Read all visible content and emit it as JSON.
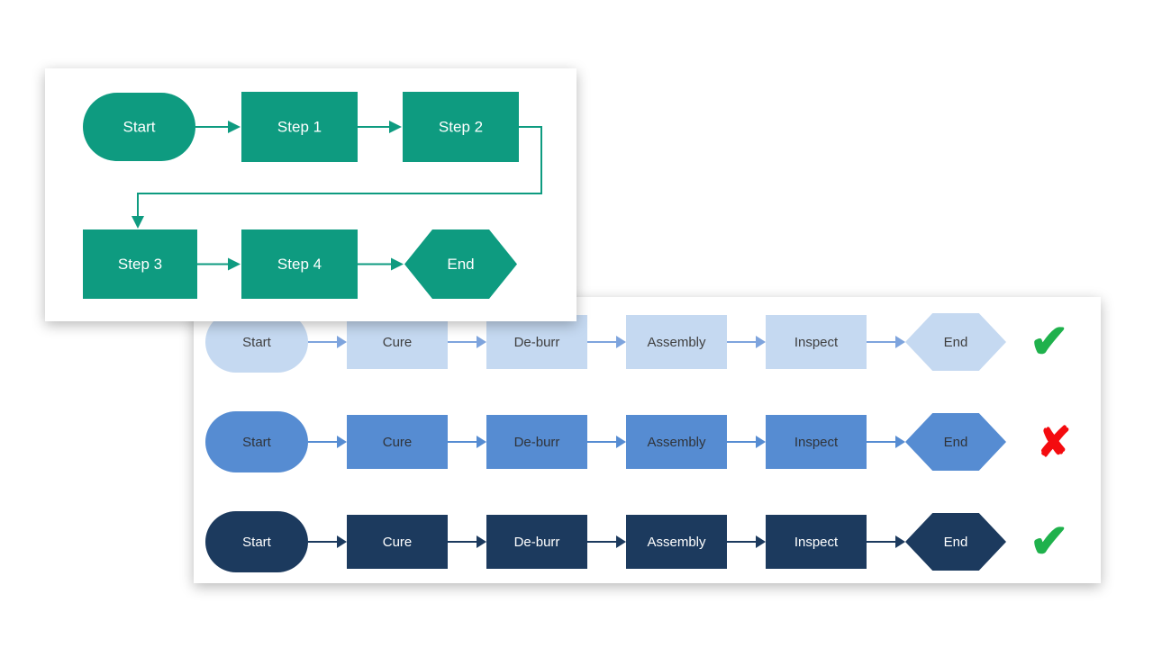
{
  "green_flowchart": {
    "color": "#0E9B80",
    "text_color": "#FFFFFF",
    "steps": [
      {
        "label": "Start",
        "shape": "stadium"
      },
      {
        "label": "Step 1",
        "shape": "rect"
      },
      {
        "label": "Step 2",
        "shape": "rect"
      },
      {
        "label": "Step 3",
        "shape": "rect"
      },
      {
        "label": "Step 4",
        "shape": "rect"
      },
      {
        "label": "End",
        "shape": "hexagon"
      }
    ]
  },
  "process_panel": {
    "steps": [
      {
        "label": "Start",
        "shape": "stadium"
      },
      {
        "label": "Cure",
        "shape": "rect"
      },
      {
        "label": "De-burr",
        "shape": "rect"
      },
      {
        "label": "Assembly",
        "shape": "rect"
      },
      {
        "label": "Inspect",
        "shape": "rect"
      },
      {
        "label": "End",
        "shape": "hexagon"
      }
    ],
    "rows": [
      {
        "shade": "light",
        "fill": "#C5D9F1",
        "text_color": "#3F3F3F",
        "arrow_color": "#7EA4DD",
        "status": "pass",
        "status_glyph": "✔",
        "status_color": "#1FB14C"
      },
      {
        "shade": "medium",
        "fill": "#568CD2",
        "text_color": "#30343A",
        "arrow_color": "#568CD2",
        "status": "fail",
        "status_glyph": "✘",
        "status_color": "#F40B0F"
      },
      {
        "shade": "dark",
        "fill": "#1C3A5E",
        "text_color": "#FFFFFF",
        "arrow_color": "#1C3A5E",
        "status": "pass",
        "status_glyph": "✔",
        "status_color": "#1FB14C"
      }
    ]
  }
}
